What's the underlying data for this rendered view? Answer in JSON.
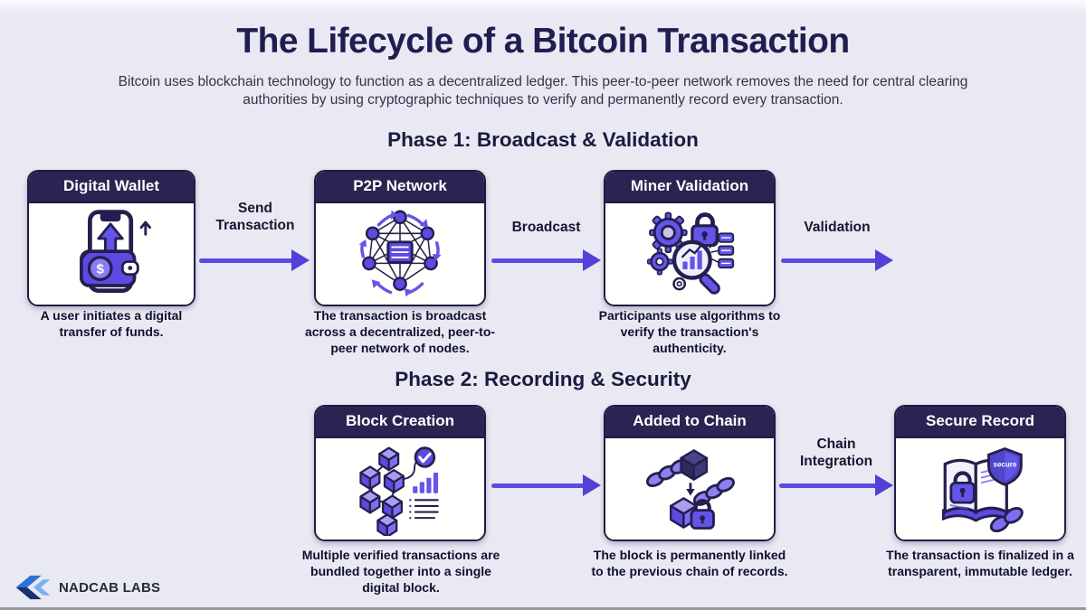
{
  "header": {
    "title": "The Lifecycle of a Bitcoin Transaction",
    "subtitle": "Bitcoin uses blockchain technology to function as a decentralized ledger. This peer-to-peer network removes the need for central clearing authorities by using cryptographic techniques to verify and permanently record every transaction."
  },
  "phase1": {
    "heading": "Phase 1: Broadcast & Validation",
    "cards": [
      {
        "title": "Digital Wallet",
        "caption": "A user initiates a digital transfer of funds.",
        "icon": "wallet-phone-icon",
        "coin_symbol": "$"
      },
      {
        "title": "P2P Network",
        "caption": "The transaction is broadcast across a decentralized, peer-to-peer network of nodes.",
        "icon": "network-nodes-icon"
      },
      {
        "title": "Miner Validation",
        "caption": "Participants use algorithms to verify the transaction's authenticity.",
        "icon": "gears-lock-magnifier-icon"
      }
    ],
    "arrows": [
      {
        "label": "Send Transaction"
      },
      {
        "label": "Broadcast"
      },
      {
        "label": "Validation"
      }
    ]
  },
  "phase2": {
    "heading": "Phase 2: Recording & Security",
    "cards": [
      {
        "title": "Block Creation",
        "caption": "Multiple verified transactions are bundled together into a single digital block.",
        "icon": "linked-cubes-check-icon"
      },
      {
        "title": "Added to Chain",
        "caption": "The block is permanently linked to the previous chain of records.",
        "icon": "chain-cubes-lock-icon"
      },
      {
        "title": "Secure Record",
        "caption": "The transaction is finalized in a transparent, immutable ledger.",
        "icon": "ledger-shield-lock-icon",
        "shield_label": "secure"
      }
    ],
    "arrows": [
      {
        "label": ""
      },
      {
        "label": "Chain Integration"
      }
    ]
  },
  "footer": {
    "logo_text": "NADCAB LABS"
  },
  "colors": {
    "background": "#e9e9f4",
    "card_header": "#2a2452",
    "card_border": "#211c44",
    "arrow": "#5b4be0",
    "accent_purple": "#6355e8",
    "title_navy": "#221d50"
  }
}
